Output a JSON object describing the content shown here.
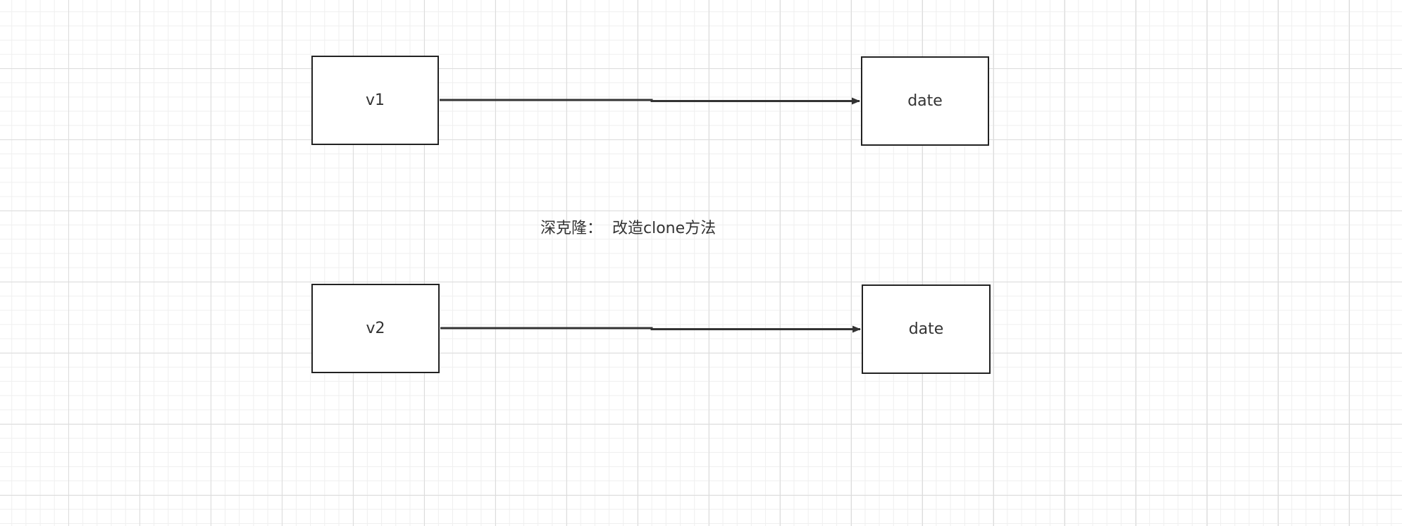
{
  "diagram": {
    "nodes": {
      "v1": "v1",
      "date1": "date",
      "v2": "v2",
      "date2": "date"
    },
    "caption": "深克隆：  改造clone方法"
  }
}
